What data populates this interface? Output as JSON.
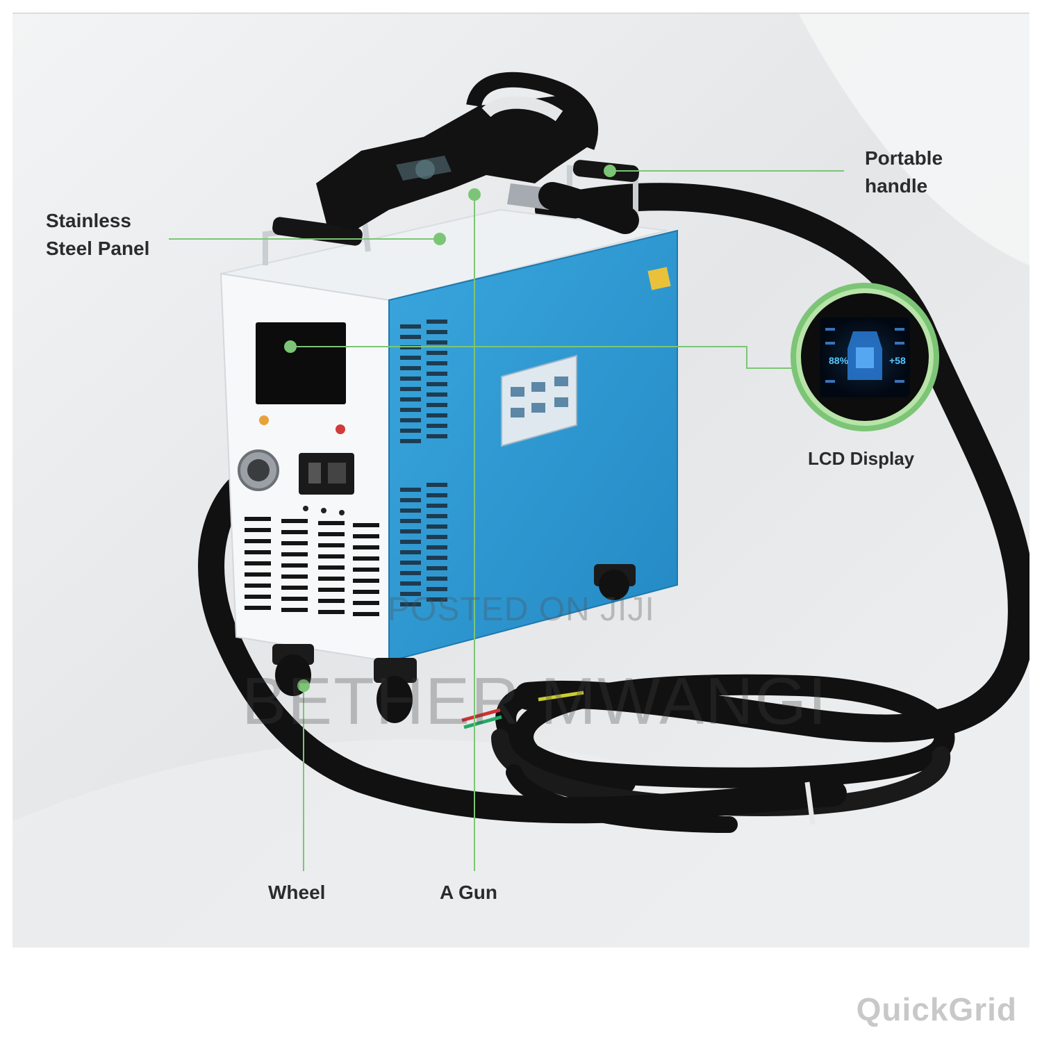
{
  "labels": {
    "stainless_panel": [
      "Stainless",
      "Steel Panel"
    ],
    "portable_handle": [
      "Portable",
      "handle"
    ],
    "lcd_display": "LCD Display",
    "wheel": "Wheel",
    "gun": "A Gun"
  },
  "watermark": {
    "line1": "POSTED ON JIJI",
    "line2": "BETHER MWANGI"
  },
  "brand": "QuickGrid",
  "lcd_screen": {
    "left_value": "88%",
    "right_value": "+58"
  },
  "colors": {
    "callout_green": "#7cc576",
    "panel_blue": "#2f9fd8",
    "body_white": "#f4f6f8",
    "cable_black": "#111111"
  }
}
